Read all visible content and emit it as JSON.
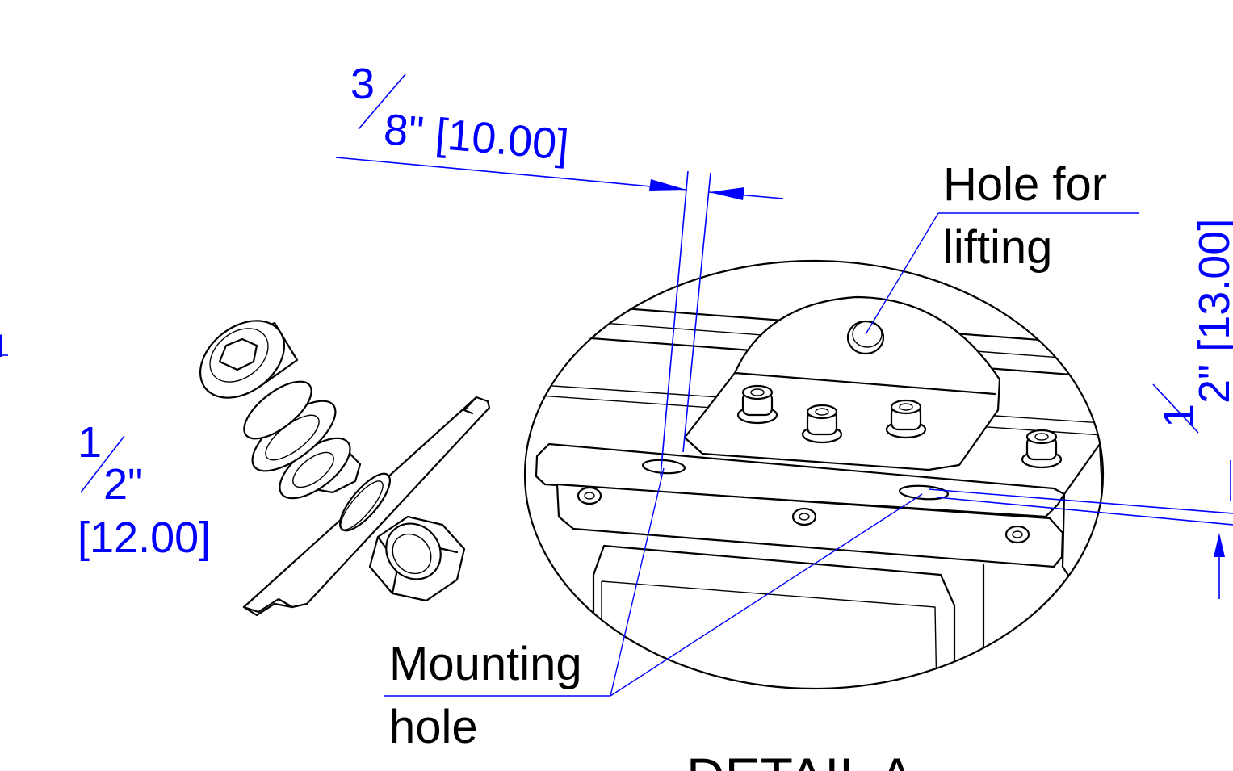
{
  "dimensions": {
    "top_fraction_num": "3",
    "top_fraction_rest": "8\" [10.00]",
    "left_fraction_num": "1",
    "left_fraction_den": "2\"",
    "left_metric": "[12.00]",
    "right_fraction_num": "1",
    "right_fraction_rest": "2\" [13.00]",
    "edge_partial": "]"
  },
  "labels": {
    "lifting_line1": "Hole for",
    "lifting_line2": "lifting",
    "mounting_line1": "Mounting",
    "mounting_line2": "hole",
    "detail_title": "DETAIL A"
  },
  "colors": {
    "dimension": "#0000ff",
    "line_art": "#000000",
    "background": "#ffffff"
  }
}
